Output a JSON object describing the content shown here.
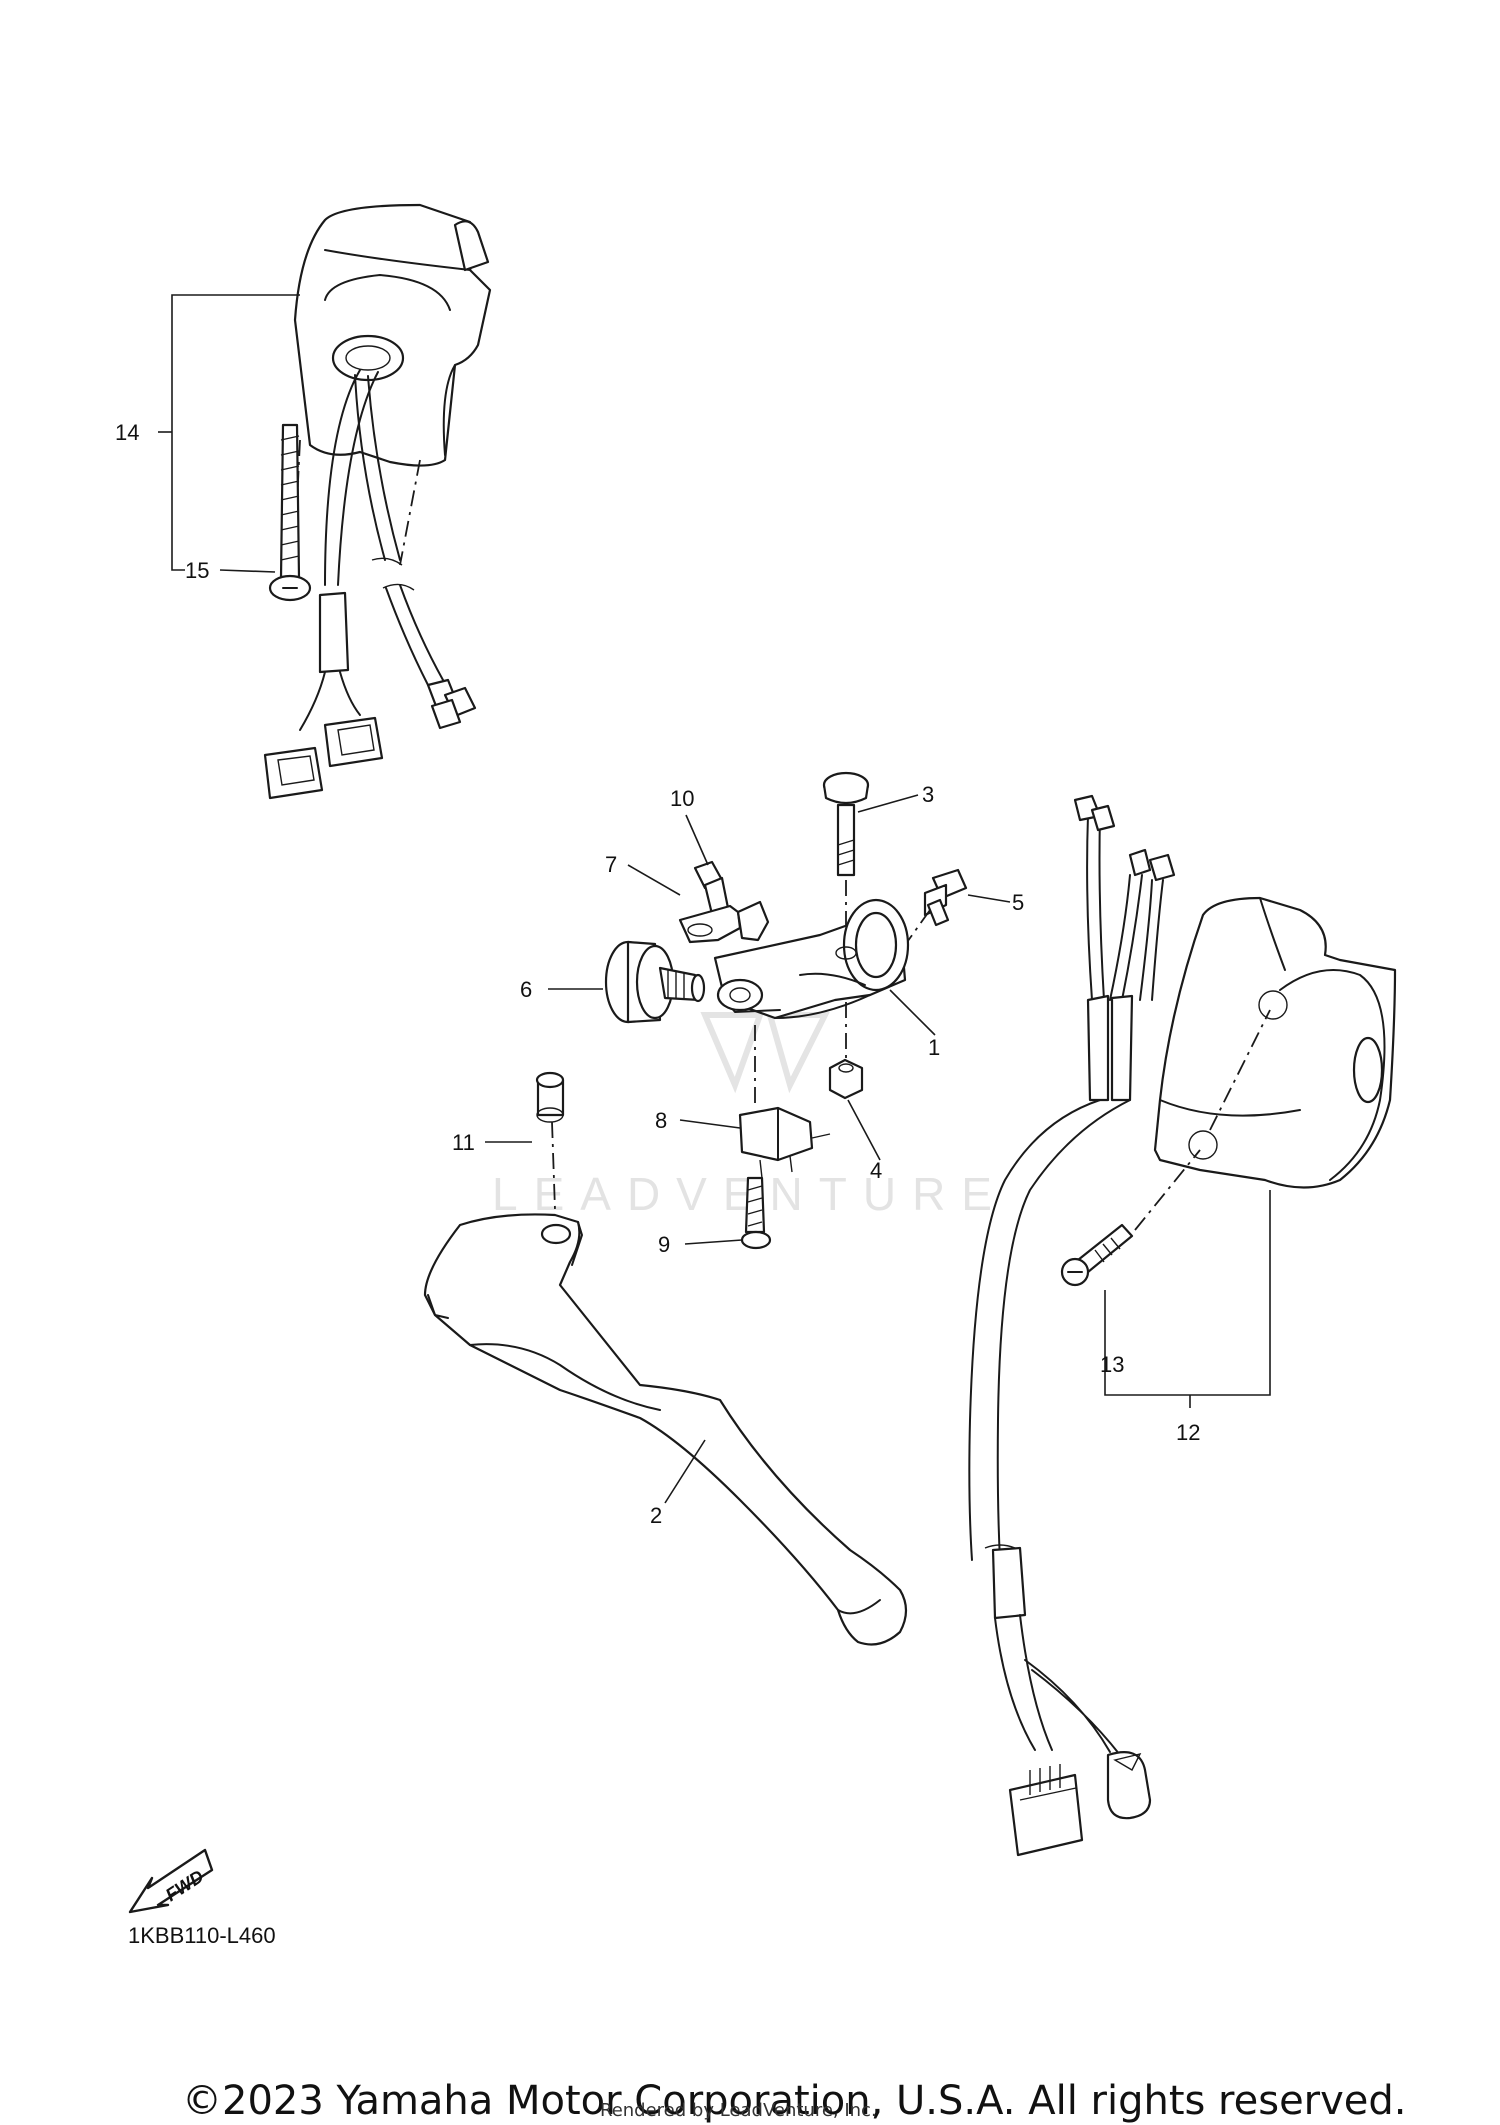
{
  "diagram": {
    "code": "1KBB110-L460",
    "watermark": "LEADVENTURE",
    "fwd_label": "FWD",
    "callouts": {
      "p1": "1",
      "p2": "2",
      "p3": "3",
      "p4": "4",
      "p5": "5",
      "p6": "6",
      "p7": "7",
      "p8": "8",
      "p9": "9",
      "p10": "10",
      "p11": "11",
      "p12": "12",
      "p13": "13",
      "p14": "14",
      "p15": "15"
    }
  },
  "footer": {
    "copyright": "©2023 Yamaha Motor Corporation, U.S.A. All rights reserved.",
    "rendered_by": "Rendered by LeadVenture, Inc."
  }
}
